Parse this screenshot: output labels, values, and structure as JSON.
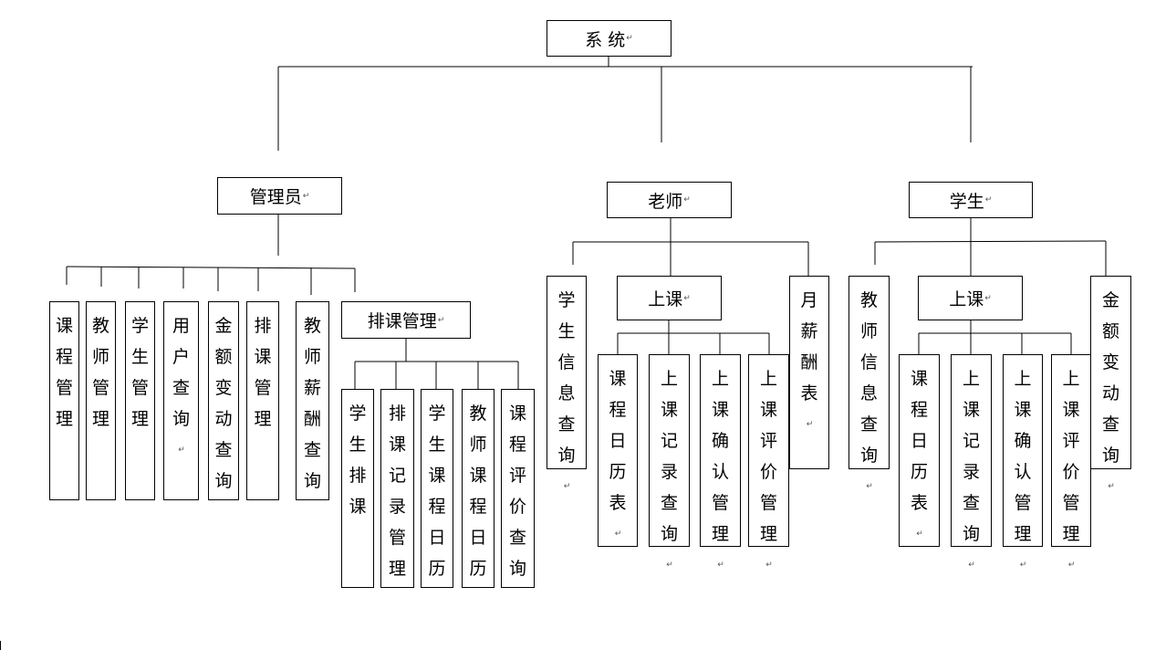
{
  "root": "系 统",
  "admin": {
    "title": "管理员",
    "items": [
      "课程管理",
      "教师管理",
      "学生管理",
      "用户查询",
      "金额变动查询",
      "排课管理",
      "教师薪酬查询"
    ],
    "schedule": {
      "title": "排课管理",
      "items": [
        "学生排课",
        "排课记录管理",
        "学生课程日历",
        "教师课程日历",
        "课程评价查询"
      ]
    }
  },
  "teacher": {
    "title": "老师",
    "info": "学生信息查询",
    "class": {
      "title": "上课",
      "items": [
        "课程日历表",
        "上课记录查询",
        "上课确认管理",
        "上课评价管理"
      ]
    },
    "salary": "月薪酬表"
  },
  "student": {
    "title": "学生",
    "info": "教师信息查询",
    "class": {
      "title": "上课",
      "items": [
        "课程日历表",
        "上课记录查询",
        "上课确认管理",
        "上课评价管理"
      ]
    },
    "money": "金额变动查询"
  }
}
